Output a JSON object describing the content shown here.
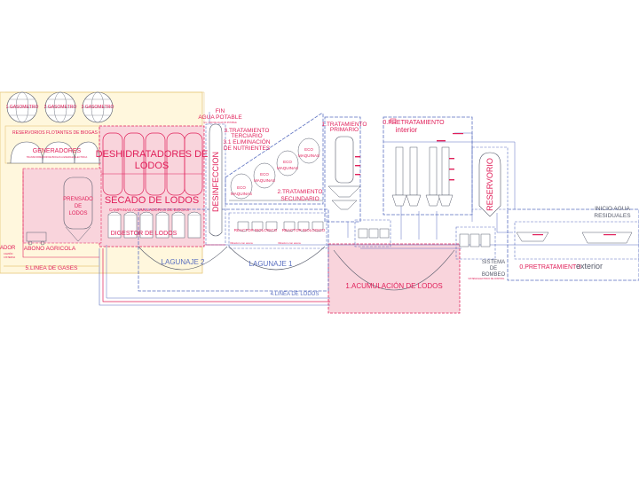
{
  "colors": {
    "blue": "#5a6fc0",
    "pink": "#e0205a",
    "pinkFill": "#f9d4dc",
    "yellowFill": "#fff7dd",
    "yellowLine": "#e7c77b",
    "gray": "#555a6a"
  },
  "labels": {
    "gasometro_1": "1 GASOMETRO",
    "gasometro_2": "2 GASOMETRO",
    "gasometro_3": "3 GASOMETRO",
    "reservorios_biogas": "RESERVORIOS FLOTANTES DE BIOGAS",
    "generadores": "GENERADORES",
    "generadores_note": "TRANSFORMADOR DE BIOGAS A ENERGIA ELECTRICA",
    "deshidratadores_1": "DESHIDRATADORES DE",
    "deshidratadores_2": "LODOS",
    "secado": "SECADO DE LODOS",
    "campanas": "CAMPANAS ACUMULADORAS DE BIOGAS",
    "digestor": "DIGESTOR DE LODOS",
    "prensado_1": "PRENSADO",
    "prensado_2": "DE",
    "prensado_3": "LODOS",
    "desinfeccion": "DESINFECCION",
    "fin_1": "FIN",
    "fin_2": "AGUA POTABLE",
    "fin_note": "S.U. USO DE AGUA NO POTABLE",
    "terciario_1": "3.TRATAMIENTO",
    "terciario_2": "TERCIARIO",
    "nutrientes_1": "3.1 ELIMINACIÓN",
    "nutrientes_2": "DE NUTRIENTES",
    "eco": "ECO",
    "maquinas": "MAQUINAS",
    "secundario_1": "2.TRATAMIENTO",
    "secundario_2": "SECUNDARIO",
    "reactor": "REACTOR BIOLOGICO",
    "filtracion": "filtración con arena",
    "primario_1": "1.TRATAMIENTO",
    "primario_2": "PRIMARIO",
    "pretratamiento_int_1": "0.PRETRATAMIENTO",
    "pretratamiento_int_2": "interior",
    "reservorio": "RESERVORIO",
    "inicio_1": "INICIO AGUA",
    "inicio_2": "RESIDUALES",
    "pretratamiento_ext_1": "0.PRETRATAMIENTO",
    "pretratamiento_ext_2": "exterior",
    "sistema_1": "SISTEMA",
    "sistema_2": "DE",
    "sistema_3": "BOMBEO",
    "sistema_note": "SISTEMA ELECTRICO DE CONTROL",
    "lagunaje_2": "LAGUNAJE 2",
    "lagunaje_1": "LAGUNAJE 1",
    "linea_lodos": "4.LINEA DE LODOS",
    "acumulacion": "1.ACUMULACIÓN DE LODOS",
    "abono": "ABONO AGRICOLA",
    "linea_gases": "5.LINEA DE GASES",
    "reactor_left": "ADOR",
    "left_note_1": "CAMIÓN",
    "left_note_2": "CISTERNA"
  }
}
